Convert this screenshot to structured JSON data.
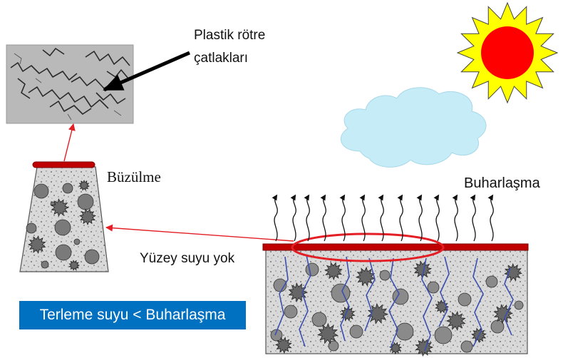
{
  "labels": {
    "cracks_line1": "Plastik rötre",
    "cracks_line2": "çatlakları",
    "shrinkage": "Büzülme",
    "evaporation": "Buharlaşma",
    "no_surface_water": "Yüzey suyu yok",
    "bleeding_vs_evaporation": "Terleme suyu  < Buharlaşma"
  },
  "colors": {
    "sun_core": "#ff0000",
    "sun_rays": "#ffff00",
    "cloud": "#c6ecf7",
    "surface_layer": "#c00000",
    "arrow": "#e31e24",
    "banner": "#0070c0",
    "bleed_channels": "#3a4fb0"
  },
  "icons": [
    "sun-icon",
    "cloud-icon",
    "vapor-arrow-icon",
    "concrete-specimen-icon",
    "crack-photo-icon"
  ]
}
